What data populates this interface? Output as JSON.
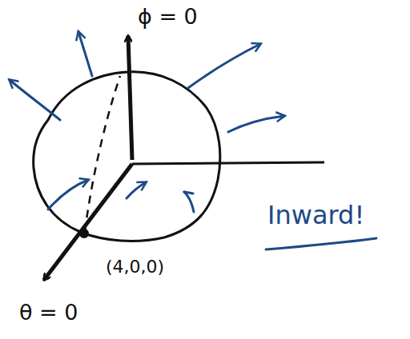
{
  "diagram": {
    "labels": [
      "ϕ = 0",
      "θ = 0",
      "(4,0,0)",
      "Inward!"
    ]
  }
}
